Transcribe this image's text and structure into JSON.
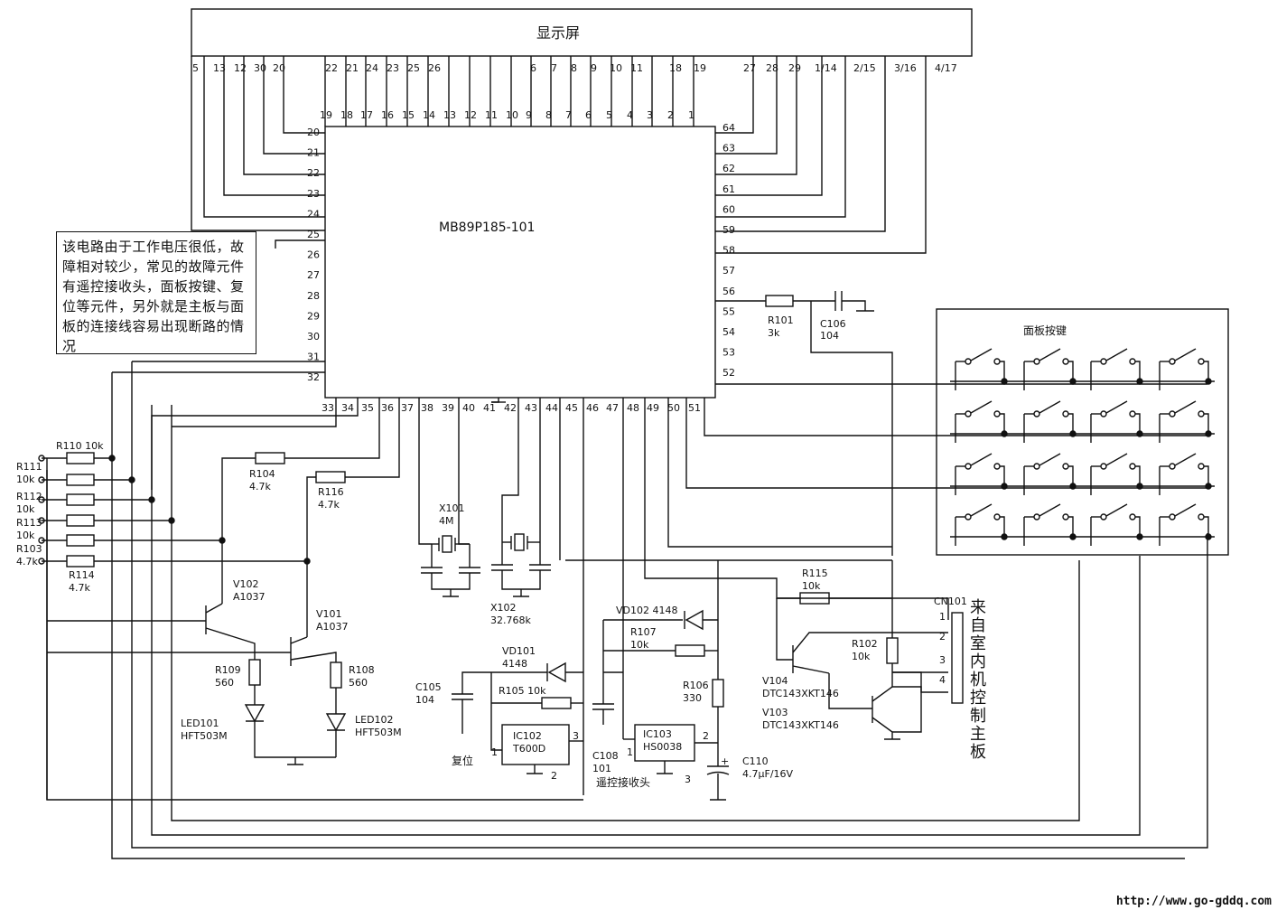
{
  "display": {
    "title": "显示屏",
    "pins": [
      "5",
      "13",
      "12",
      "30",
      "20",
      "22",
      "21",
      "24",
      "23",
      "25",
      "26",
      "6",
      "7",
      "8",
      "9",
      "10",
      "11",
      "18",
      "19",
      "27",
      "28",
      "29",
      "1/14",
      "2/15",
      "3/16",
      "4/17"
    ]
  },
  "ic": {
    "name": "MB89P185-101",
    "top_pins": [
      "19",
      "18",
      "17",
      "16",
      "15",
      "14",
      "13",
      "12",
      "11",
      "10",
      "9",
      "8",
      "7",
      "6",
      "5",
      "4",
      "3",
      "2",
      "1"
    ],
    "left_pins": [
      "20",
      "21",
      "22",
      "23",
      "24",
      "25",
      "26",
      "27",
      "28",
      "29",
      "30",
      "31",
      "32"
    ],
    "bottom_pins": [
      "33",
      "34",
      "35",
      "36",
      "37",
      "38",
      "39",
      "40",
      "41",
      "42",
      "43",
      "44",
      "45",
      "46",
      "47",
      "48",
      "49",
      "50",
      "51"
    ],
    "right_pins": [
      "64",
      "63",
      "62",
      "61",
      "60",
      "59",
      "58",
      "57",
      "56",
      "55",
      "54",
      "53",
      "52"
    ]
  },
  "note": "该电路由于工作电压很低，故障相对较少，常见的故障元件有遥控接收头，面板按键、复位等元件，另外就是主板与面板的连接线容易出现断路的情况",
  "keypad": {
    "title": "面板按键"
  },
  "labels": {
    "r110": "R110 10k",
    "r111": "R111",
    "r111v": "10k",
    "r112": "R112",
    "r112v": "10k",
    "r113": "R113",
    "r113v": "10k",
    "r103": "R103",
    "r103v": "4.7k",
    "r114": "R114",
    "r114v": "4.7k",
    "r104": "R104",
    "r104v": "4.7k",
    "r116": "R116",
    "r116v": "4.7k",
    "v102": "V102",
    "v102t": "A1037",
    "v101": "V101",
    "v101t": "A1037",
    "r109": "R109",
    "r109v": "560",
    "r108": "R108",
    "r108v": "560",
    "led101": "LED101",
    "led101t": "HFT503M",
    "led102": "LED102",
    "led102t": "HFT503M",
    "x101": "X101",
    "x101v": "4M",
    "x102": "X102",
    "x102v": "32.768k",
    "r101": "R101",
    "r101v": "3k",
    "c106": "C106",
    "c106v": "104",
    "vd102": "VD102  4148",
    "r107": "R107",
    "r107v": "10k",
    "vd101": "VD101",
    "vd101v": "4148",
    "r105": "R105  10k",
    "c105": "C105",
    "c105v": "104",
    "reset": "复位",
    "ic102": "IC102",
    "ic102t": "T600D",
    "c108": "C108",
    "c108v": "101",
    "ic103": "IC103",
    "ic103t": "HS0038",
    "remote": "遥控接收头",
    "r106": "R106",
    "r106v": "330",
    "c110": "C110",
    "c110v": "4.7μF/16V",
    "r115": "R115",
    "r115v": "10k",
    "r102": "R102",
    "r102v": "10k",
    "v104": "V104",
    "v104t": "DTC143XKT146",
    "v103": "V103",
    "v103t": "DTC143XKT146",
    "cn101": "CN101",
    "cn_pins": [
      "1",
      "2",
      "3",
      "4"
    ],
    "p1": "1",
    "p2": "2",
    "p3": "3",
    "p1b": "1",
    "p2b": "2",
    "p3b": "3"
  },
  "cn_vertical": [
    "来",
    "自",
    "室",
    "内",
    "机",
    "控",
    "制",
    "主",
    "板"
  ],
  "url": "http://www.go-gddq.com"
}
